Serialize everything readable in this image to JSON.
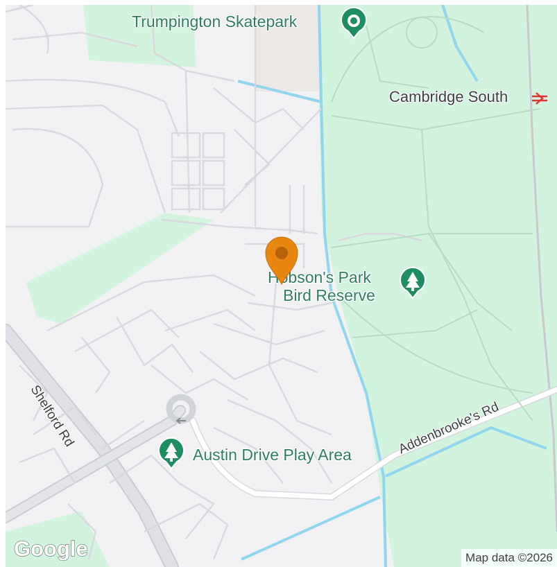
{
  "map": {
    "colors": {
      "land": "#f1f1f3",
      "park": "#d2f3de",
      "water": "#8fd6ee",
      "road": "#ffffff",
      "road_outline": "#d7d9de",
      "poi_green": "#1e8e62",
      "pin": "#e8860f"
    },
    "labels": {
      "skatepark": "Trumpington Skatepark",
      "station": "Cambridge South",
      "bird_reserve_line1": "Hobson's Park",
      "bird_reserve_line2": "Bird Reserve",
      "play_area": "Austin Drive Play Area",
      "shelford_rd": "Shelford Rd",
      "addenbrookes_rd": "Addenbrooke's Rd"
    },
    "icons": {
      "skatepark": "park-poi-circle-icon",
      "station": "national-rail-icon",
      "bird_reserve": "tree-poi-icon",
      "play_area": "tree-poi-icon",
      "marker": "location-pin-icon"
    },
    "logo": "Google",
    "attribution": "Map data ©2026"
  }
}
